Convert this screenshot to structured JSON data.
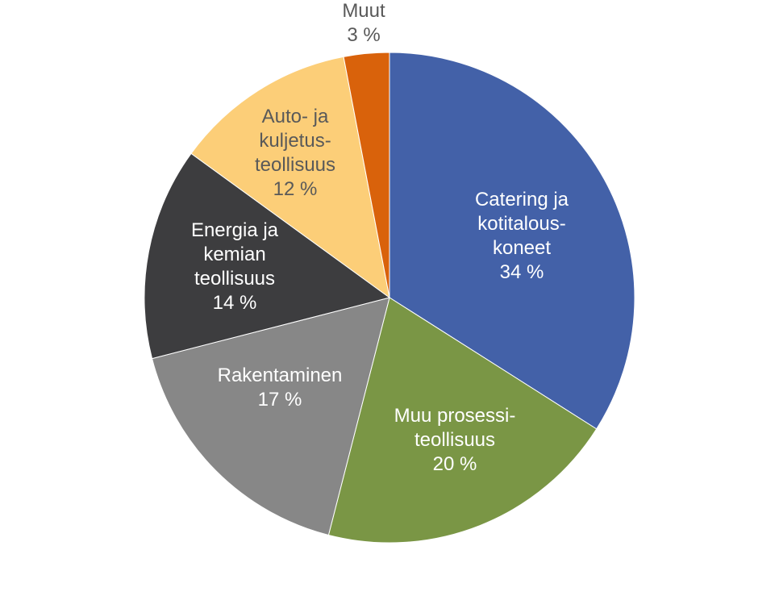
{
  "chart_data": {
    "type": "pie",
    "title": "",
    "start_angle_deg": 0,
    "direction": "clockwise",
    "slices": [
      {
        "label_lines": [
          "Catering ja",
          "kotitalous-",
          "koneet"
        ],
        "value": 34,
        "value_label": "34 %",
        "color": "#4361A8",
        "label_color": "#FFFFFF"
      },
      {
        "label_lines": [
          "Muu prosessi-",
          "teollisuus"
        ],
        "value": 20,
        "value_label": "20 %",
        "color": "#7A9645",
        "label_color": "#FFFFFF"
      },
      {
        "label_lines": [
          "Rakentaminen"
        ],
        "value": 17,
        "value_label": "17 %",
        "color": "#878787",
        "label_color": "#FFFFFF"
      },
      {
        "label_lines": [
          "Energia ja",
          "kemian",
          "teollisuus"
        ],
        "value": 14,
        "value_label": "14 %",
        "color": "#3D3D3F",
        "label_color": "#FFFFFF"
      },
      {
        "label_lines": [
          "Auto- ja",
          "kuljetus-",
          "teollisuus"
        ],
        "value": 12,
        "value_label": "12 %",
        "color": "#FCCE78",
        "label_color": "#595959"
      },
      {
        "label_lines": [
          "Muut"
        ],
        "value": 3,
        "value_label": "3 %",
        "color": "#D9620B",
        "label_color": "#595959"
      }
    ]
  }
}
